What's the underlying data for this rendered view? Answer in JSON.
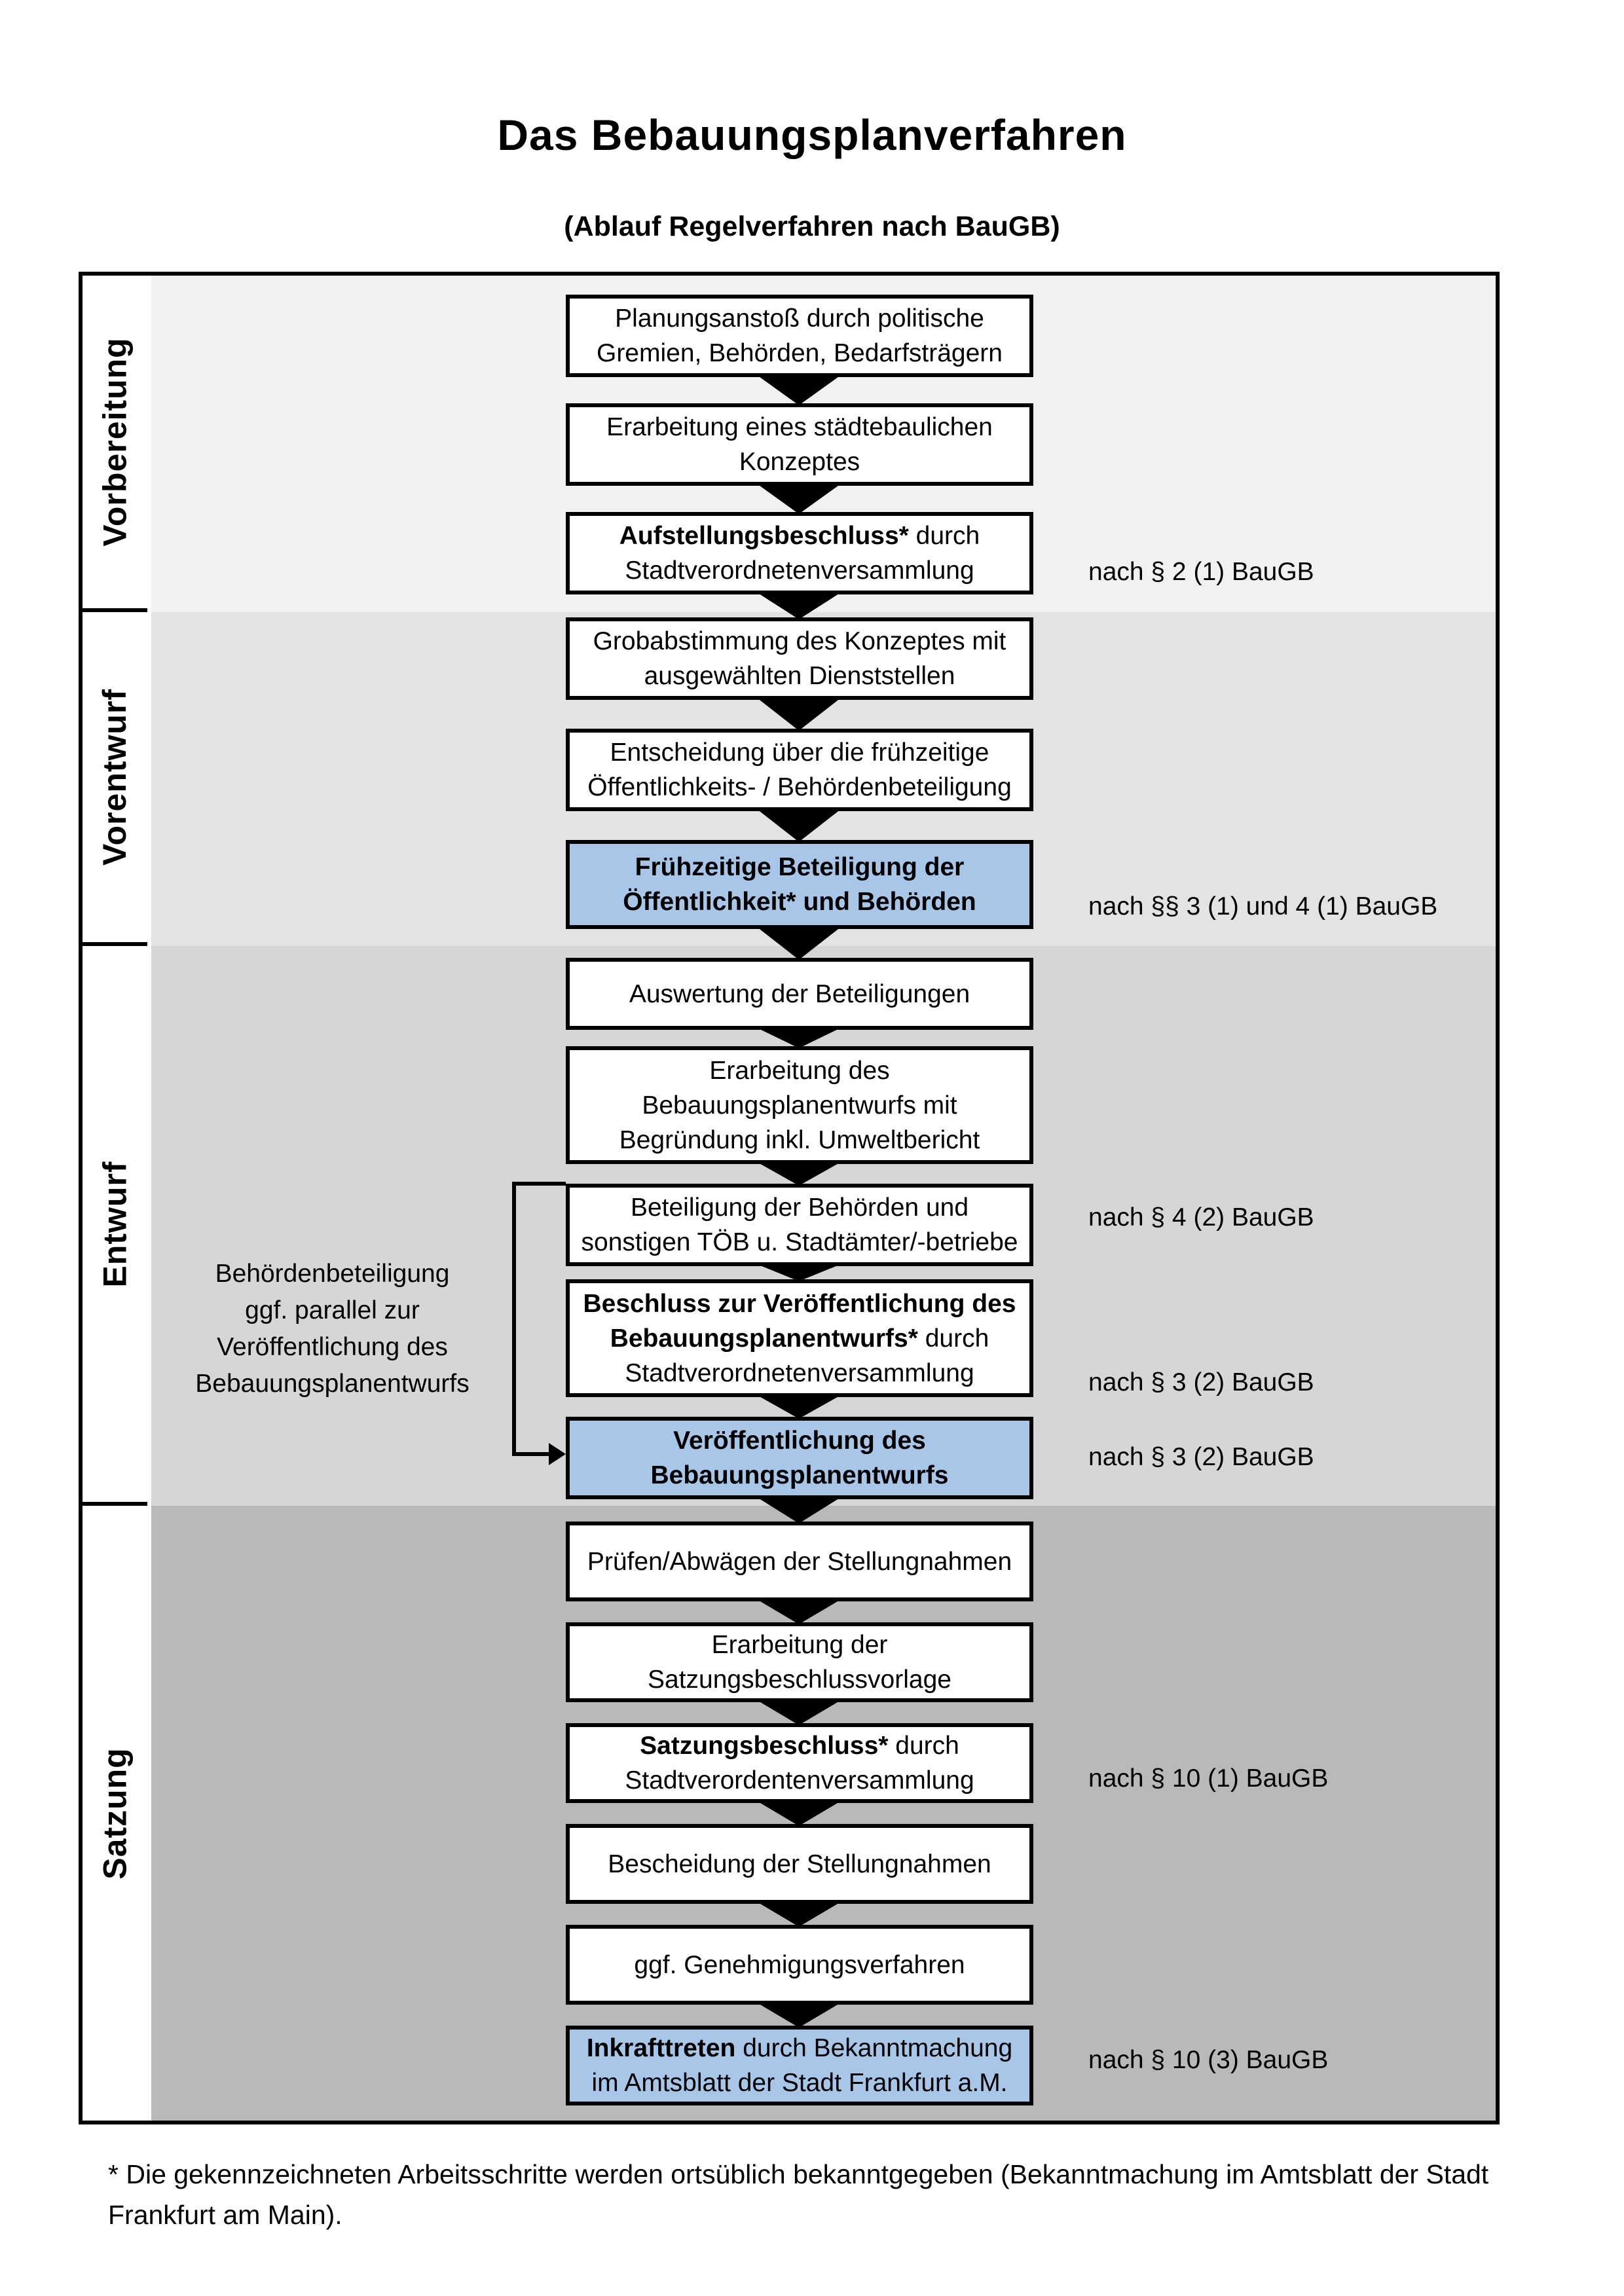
{
  "title": "Das Bebauungsplanverfahren",
  "subtitle": "(Ablauf Regelverfahren nach BauGB)",
  "highlight_color": "#a8c6e8",
  "box_border_color": "#000000",
  "phases": [
    {
      "label": "Vorbereitung",
      "band_color": "#f1f1f1"
    },
    {
      "label": "Vorentwurf",
      "band_color": "#e3e3e3"
    },
    {
      "label": "Entwurf",
      "band_color": "#d6d6d6"
    },
    {
      "label": "Satzung",
      "band_color": "#b9b9b9"
    }
  ],
  "flow": {
    "boxes": [
      {
        "id": "planungsanstoss",
        "highlight": false,
        "lines": [
          [
            {
              "t": "Planungsanstoß durch politische",
              "b": false
            }
          ],
          [
            {
              "t": "Gremien, Behörden, Bedarfsträgern",
              "b": false
            }
          ]
        ]
      },
      {
        "id": "staedtebauliches-konzept",
        "highlight": false,
        "lines": [
          [
            {
              "t": "Erarbeitung eines städtebaulichen",
              "b": false
            }
          ],
          [
            {
              "t": "Konzeptes",
              "b": false
            }
          ]
        ]
      },
      {
        "id": "aufstellungsbeschluss",
        "highlight": false,
        "lines": [
          [
            {
              "t": "Aufstellungsbeschluss*",
              "b": true
            },
            {
              "t": " durch",
              "b": false
            }
          ],
          [
            {
              "t": "Stadtverordnetenversammlung",
              "b": false
            }
          ]
        ]
      },
      {
        "id": "grobabstimmung",
        "highlight": false,
        "lines": [
          [
            {
              "t": "Grobabstimmung des Konzeptes mit",
              "b": false
            }
          ],
          [
            {
              "t": "ausgewählten Dienststellen",
              "b": false
            }
          ]
        ]
      },
      {
        "id": "entscheidung-fruehzeitige-beteiligung",
        "highlight": false,
        "lines": [
          [
            {
              "t": "Entscheidung über die frühzeitige",
              "b": false
            }
          ],
          [
            {
              "t": "Öffentlichkeits- / Behördenbeteiligung",
              "b": false
            }
          ]
        ]
      },
      {
        "id": "fruehzeitige-beteiligung",
        "highlight": true,
        "lines": [
          [
            {
              "t": "Frühzeitige Beteiligung der",
              "b": true
            }
          ],
          [
            {
              "t": "Öffentlichkeit* und Behörden",
              "b": true
            }
          ]
        ]
      },
      {
        "id": "auswertung-beteiligungen",
        "highlight": false,
        "lines": [
          [
            {
              "t": "Auswertung der Beteiligungen",
              "b": false
            }
          ]
        ]
      },
      {
        "id": "erarbeitung-bebauungsplanentwurf",
        "highlight": false,
        "lines": [
          [
            {
              "t": "Erarbeitung des",
              "b": false
            }
          ],
          [
            {
              "t": "Bebauungsplanentwurfs mit",
              "b": false
            }
          ],
          [
            {
              "t": "Begründung inkl. Umweltbericht",
              "b": false
            }
          ]
        ]
      },
      {
        "id": "beteiligung-behoerden-toeb",
        "highlight": false,
        "lines": [
          [
            {
              "t": "Beteiligung der Behörden und",
              "b": false
            }
          ],
          [
            {
              "t": "sonstigen TÖB u. Stadtämter/-betriebe",
              "b": false
            }
          ]
        ]
      },
      {
        "id": "beschluss-veroeffentlichung",
        "highlight": false,
        "lines": [
          [
            {
              "t": "Beschluss zur Veröffentlichung des",
              "b": true
            }
          ],
          [
            {
              "t": "Bebauungsplanentwurfs*",
              "b": true
            },
            {
              "t": " durch",
              "b": false
            }
          ],
          [
            {
              "t": "Stadtverordnetenversammlung",
              "b": false
            }
          ]
        ]
      },
      {
        "id": "veroeffentlichung-entwurf",
        "highlight": true,
        "lines": [
          [
            {
              "t": "Veröffentlichung des",
              "b": true
            }
          ],
          [
            {
              "t": "Bebauungsplanentwurfs",
              "b": true
            }
          ]
        ]
      },
      {
        "id": "pruefen-abwaegen-stellungnahmen",
        "highlight": false,
        "lines": [
          [
            {
              "t": "Prüfen/Abwägen der Stellungnahmen",
              "b": false
            }
          ]
        ]
      },
      {
        "id": "erarbeitung-satzungsbeschlussvorlage",
        "highlight": false,
        "lines": [
          [
            {
              "t": "Erarbeitung der",
              "b": false
            }
          ],
          [
            {
              "t": "Satzungsbeschlussvorlage",
              "b": false
            }
          ]
        ]
      },
      {
        "id": "satzungsbeschluss",
        "highlight": false,
        "lines": [
          [
            {
              "t": "Satzungsbeschluss*",
              "b": true
            },
            {
              "t": " durch",
              "b": false
            }
          ],
          [
            {
              "t": "Stadtverordentenversammlung",
              "b": false
            }
          ]
        ]
      },
      {
        "id": "bescheidung-stellungnahmen",
        "highlight": false,
        "lines": [
          [
            {
              "t": "Bescheidung der Stellungnahmen",
              "b": false
            }
          ]
        ]
      },
      {
        "id": "genehmigungsverfahren",
        "highlight": false,
        "lines": [
          [
            {
              "t": "ggf. Genehmigungsverfahren",
              "b": false
            }
          ]
        ]
      },
      {
        "id": "inkrafttreten",
        "highlight": true,
        "lines": [
          [
            {
              "t": "Inkrafttreten",
              "b": true
            },
            {
              "t": " durch Bekanntmachung",
              "b": false
            }
          ],
          [
            {
              "t": "im Amtsblatt der Stadt Frankfurt a.M.",
              "b": false
            }
          ]
        ]
      }
    ]
  },
  "refs": [
    {
      "text": "nach § 2 (1) BauGB"
    },
    {
      "text": "nach §§ 3 (1) und 4 (1) BauGB"
    },
    {
      "text": "nach § 4 (2) BauGB"
    },
    {
      "text": "nach § 3 (2) BauGB"
    },
    {
      "text": "nach § 3 (2) BauGB"
    },
    {
      "text": "nach § 10 (1) BauGB"
    },
    {
      "text": "nach § 10 (3) BauGB"
    }
  ],
  "side_note": "Behördenbeteiligung\nggf. parallel zur\nVeröffentlichung des\nBebauungsplanentwurfs",
  "footnote": "* Die gekennzeichneten Arbeitsschritte werden ortsüblich bekanntgegeben (Bekanntmachung im Amtsblatt  der Stadt\nFrankfurt am Main)."
}
